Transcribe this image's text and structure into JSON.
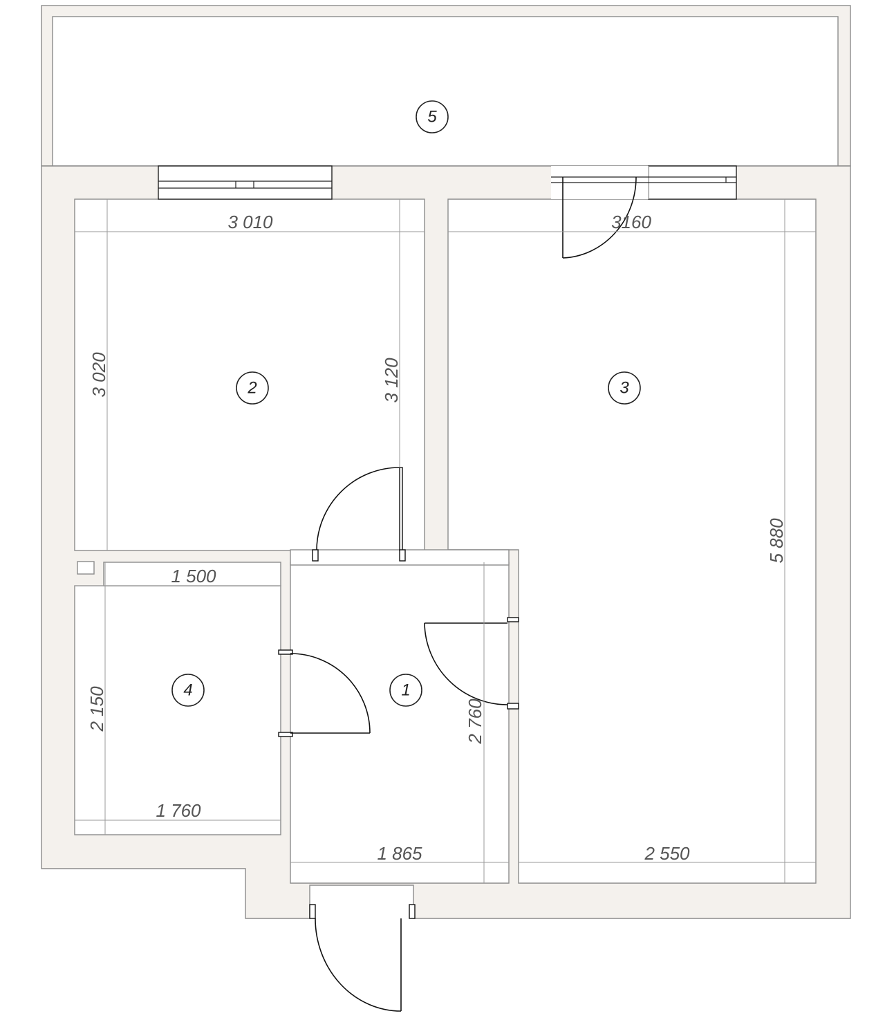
{
  "rooms": [
    {
      "id": "1",
      "label": "1"
    },
    {
      "id": "2",
      "label": "2"
    },
    {
      "id": "3",
      "label": "3"
    },
    {
      "id": "4",
      "label": "4"
    },
    {
      "id": "5",
      "label": "5"
    }
  ],
  "dimensions": {
    "room2_width": "3 010",
    "room2_height_left": "3 020",
    "room2_height_right": "3 120",
    "room3_width": "3160",
    "room3_height": "5 880",
    "room4_width_top": "1 500",
    "room4_height": "2 150",
    "room4_width_bottom": "1 760",
    "room1_width": "1 865",
    "room1_height": "2 760",
    "room3_width_bottom": "2 550"
  },
  "colors": {
    "wall_fill": "#f4f1ed",
    "line": "#8c8c8c",
    "ink": "#222222"
  }
}
